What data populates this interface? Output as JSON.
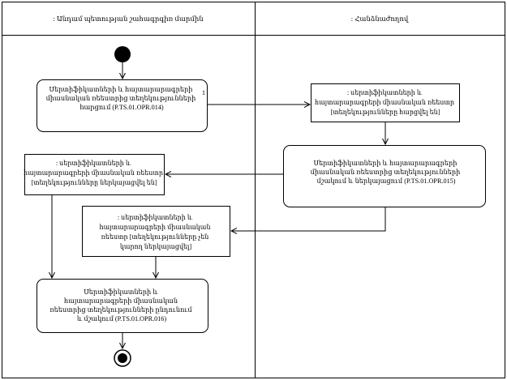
{
  "lanes": {
    "left_title": ": Անդամ պետության շահագրգիռ մարմին",
    "right_title": ": Հանձնաժողով"
  },
  "actions": {
    "request": {
      "lines": [
        "Սերտիֆիկատների և հայտարարագրերի",
        "միասնական ռեեստրից տեղեկությունների",
        "հարցում (P.TS.01.OPR.014)"
      ]
    },
    "process": {
      "lines": [
        "Սերտիֆիկատների և հայտարարագրերի",
        "միասնական ռեեստրից տեղեկությունների",
        "մշակում և ներկայացում (P.TS.01.OPR.015)"
      ]
    },
    "receive": {
      "lines": [
        "Սերտիֆիկատների և",
        "հայտարարագրերի միասնական",
        "ռեեստրից տեղեկությունների ընդունում",
        "և մշակում (P.TS.01.OPR.016)"
      ]
    }
  },
  "objects": {
    "requested": {
      "lines": [
        ": սերտիֆիկատների և",
        "հայտարարագրերի միասնական ռեեստր",
        "[տեղեկությունները հարցվել են]"
      ]
    },
    "provided": {
      "lines": [
        ": սերտիֆիկատների և",
        "հայտարարագրերի միասնական ռեեստր",
        "[տեղեկությունները ներկայացվել են]"
      ]
    },
    "not_provided": {
      "lines": [
        ": սերտիֆիկատների և",
        "հայտարարագրերի միասնական",
        "ռեեստր [տեղեկությունները չեն",
        "կարող ներկայացվել]"
      ]
    }
  },
  "marks": {
    "request_corner": "1"
  }
}
